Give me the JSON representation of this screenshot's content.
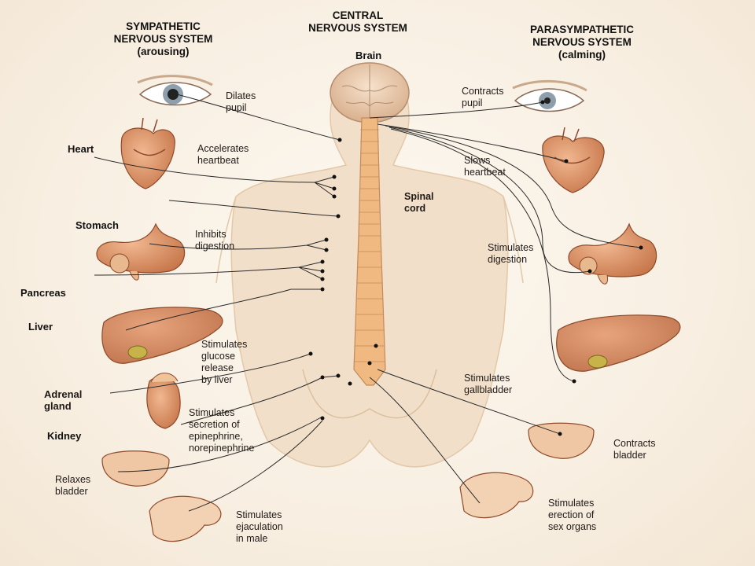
{
  "headers": {
    "sympathetic": {
      "line1": "SYMPATHETIC",
      "line2": "NERVOUS SYSTEM",
      "line3": "(arousing)"
    },
    "central": {
      "line1": "CENTRAL",
      "line2": "NERVOUS SYSTEM"
    },
    "parasympathetic": {
      "line1": "PARASYMPATHETIC",
      "line2": "NERVOUS SYSTEM",
      "line3": "(calming)"
    }
  },
  "central_labels": {
    "brain": "Brain",
    "spinal_cord": "Spinal\ncord"
  },
  "organs_left": {
    "heart": "Heart",
    "stomach": "Stomach",
    "pancreas": "Pancreas",
    "liver": "Liver",
    "adrenal_gland": "Adrenal\ngland",
    "kidney": "Kidney"
  },
  "sympathetic_effects": {
    "pupil": "Dilates\npupil",
    "heart": "Accelerates\nheartbeat",
    "digestion": "Inhibits\ndigestion",
    "glucose": "Stimulates\nglucose\nrelease\nby liver",
    "epinephrine": "Stimulates\nsecretion of\nepinephrine,\nnorepinephrine",
    "bladder": "Relaxes\nbladder",
    "ejaculation": "Stimulates\nejaculation\nin male"
  },
  "parasympathetic_effects": {
    "pupil": "Contracts\npupil",
    "heart": "Slows\nheartbeat",
    "digestion": "Stimulates\ndigestion",
    "gallbladder": "Stimulates\ngallbladder",
    "bladder": "Contracts\nbladder",
    "erection": "Stimulates\nerection of\nsex organs"
  },
  "colors": {
    "background": "#fbf4ea",
    "skin": "#efd9bf",
    "organ": "#d98e62",
    "spinal_cord": "#f0b982",
    "nerve_line": "#2a2a2a"
  }
}
